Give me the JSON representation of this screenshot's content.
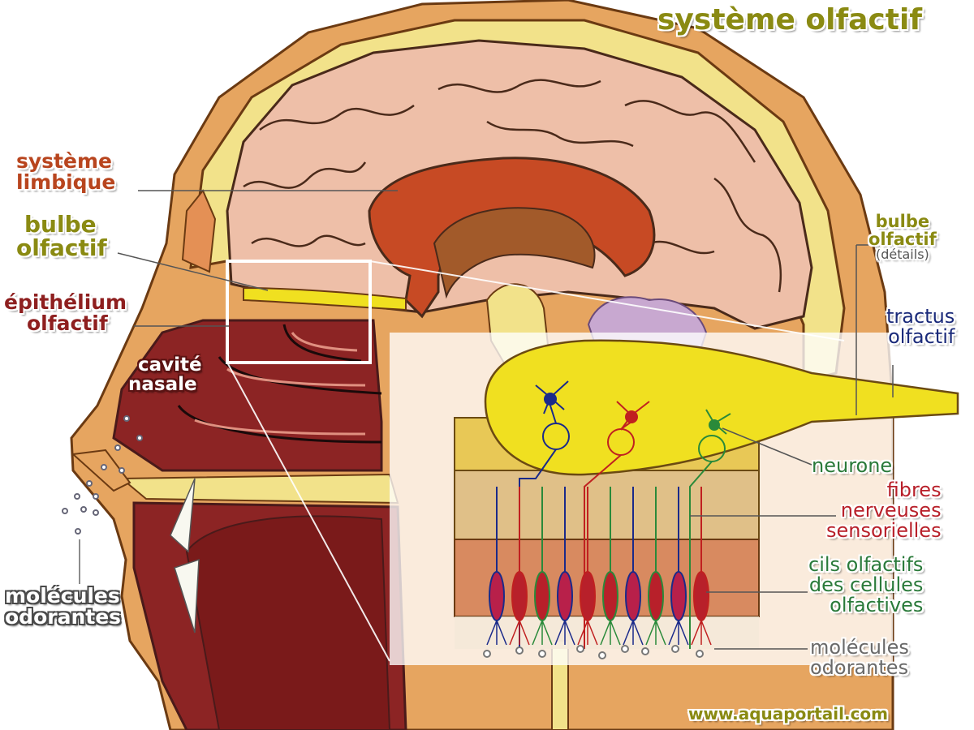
{
  "title": "système olfactif",
  "website": "www.aquaportail.com",
  "labels": {
    "systeme_limbique": [
      "système",
      "limbique"
    ],
    "bulbe_olfactif": [
      "bulbe",
      "olfactif"
    ],
    "epithelium_olfactif": [
      "épithélium",
      "olfactif"
    ],
    "cavite_nasale": [
      "cavité",
      "nasale"
    ],
    "molecules_odorantes_left": [
      "molécules",
      "odorantes"
    ],
    "bulbe_olfactif_details": [
      "bulbe",
      "olfactif",
      "(détails)"
    ],
    "tractus_olfactif": [
      "tractus",
      "olfactif"
    ],
    "neurone": "neurone",
    "fibres_nerveuses_sensorielles": [
      "fibres",
      "nerveuses",
      "sensorielles"
    ],
    "cils_olfactifs": [
      "cils olfactifs",
      "des cellules",
      "olfactives"
    ],
    "molecules_odorantes_right": [
      "molécules",
      "odorantes"
    ]
  },
  "colors": {
    "skin": "#e6a560",
    "skull": "#f2e28a",
    "brain": "#eebfa8",
    "limbic": "#c74a24",
    "cavity": "#8c2424",
    "bulb": "#f0e020",
    "neuron_blue": "#1a2a8a",
    "neuron_red": "#c02020",
    "neuron_green": "#2a8a3a"
  }
}
